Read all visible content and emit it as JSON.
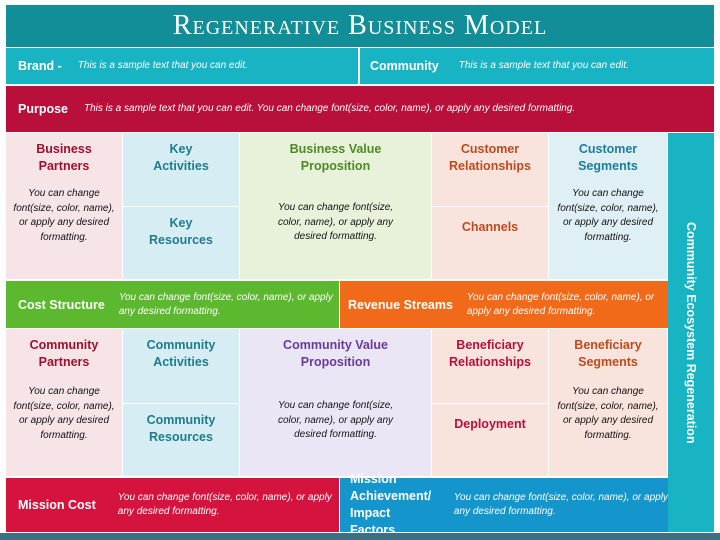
{
  "title": "Regenerative Business Model",
  "brand": {
    "label": "Brand -",
    "text": "This is a sample text that you can edit."
  },
  "community": {
    "label": "Community",
    "text": "This is a sample text that you can edit."
  },
  "purpose": {
    "label": "Purpose",
    "text": "This is a sample text that you can edit. You can change font(size, color, name), or apply any desired formatting."
  },
  "business": {
    "partners": {
      "head": "Business\nPartners",
      "body": "You can change font(size, color, name), or apply any desired formatting."
    },
    "key_activities": {
      "head": "Key\nActivities"
    },
    "key_resources": {
      "head": "Key\nResources"
    },
    "value_proposition": {
      "head": "Business Value\nProposition",
      "body": "You can change font(size, color, name), or apply any desired formatting."
    },
    "customer_relationships": {
      "head": "Customer\nRelationships"
    },
    "channels": {
      "head": "Channels"
    },
    "customer_segments": {
      "head": "Customer\nSegments",
      "body": "You can change font(size, color, name), or apply any desired formatting."
    }
  },
  "cost_structure": {
    "label": "Cost Structure",
    "text": "You can change font(size, color, name), or apply any desired formatting."
  },
  "revenue_streams": {
    "label": "Revenue Streams",
    "text": "You can change font(size, color, name), or apply any desired formatting."
  },
  "community_section": {
    "partners": {
      "head": "Community\nPartners",
      "body": "You can change font(size, color, name), or apply any desired formatting."
    },
    "activities": {
      "head": "Community\nActivities"
    },
    "resources": {
      "head": "Community\nResources"
    },
    "value_proposition": {
      "head": "Community Value\nProposition",
      "body": "You can change font(size, color, name), or apply any desired formatting."
    },
    "beneficiary_relationships": {
      "head": "Beneficiary\nRelationships"
    },
    "deployment": {
      "head": "Deployment"
    },
    "beneficiary_segments": {
      "head": "Beneficiary\nSegments",
      "body": "You can change font(size, color, name), or apply any desired formatting."
    }
  },
  "mission_cost": {
    "label": "Mission Cost",
    "text": "You can change font(size, color, name), or apply any desired formatting."
  },
  "mission_achievement": {
    "label": "Mission Achievement/\nImpact Factors",
    "text": "You can change font(size, color, name), or apply any desired formatting."
  },
  "side_label": "Community Ecosystem Regeneration",
  "colors": {
    "title": "#128e98",
    "brand": "#18b4c3",
    "purpose": "#b8103a",
    "partners_bg": "#f6e4e6",
    "partners_text": "#a0102e",
    "activities_bg": "#d6eef3",
    "activities_text": "#1e7c8c",
    "value_bg": "#e8f2da",
    "value_text": "#4d8a24",
    "relationships_bg": "#f8e4dc",
    "relationships_text": "#c04a1e",
    "segments_bg": "#dff0f5",
    "segments_text": "#1e7c9c",
    "cost_structure": "#5cb82e",
    "revenue_streams": "#f06a1a",
    "community_value_bg": "#ebe6f5",
    "community_value_text": "#6a3a9a",
    "mission_cost": "#d4143e",
    "mission_achievement": "#1496cc"
  }
}
